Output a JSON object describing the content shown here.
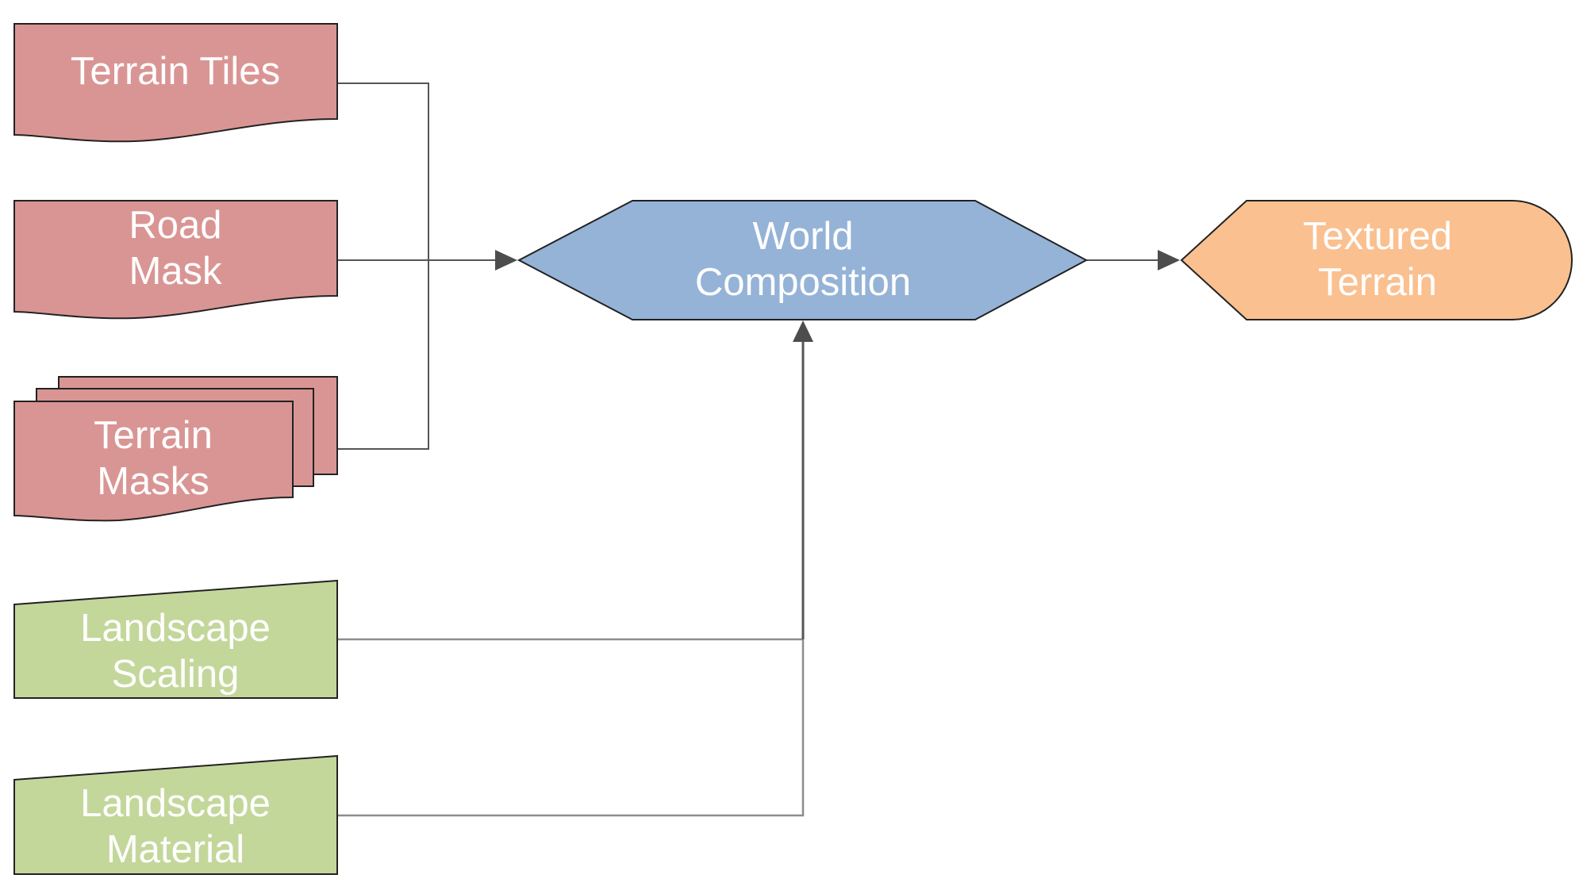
{
  "diagram": {
    "nodes": [
      {
        "id": "terrain-tiles",
        "shape": "document",
        "lines": [
          "Terrain Tiles"
        ],
        "fill": "#d99594",
        "stroke": "#222222"
      },
      {
        "id": "road-mask",
        "shape": "document",
        "lines": [
          "Road",
          "Mask"
        ],
        "fill": "#d99594",
        "stroke": "#222222"
      },
      {
        "id": "terrain-masks",
        "shape": "multi-document",
        "lines": [
          "Terrain",
          "Masks"
        ],
        "fill": "#d99594",
        "stroke": "#222222"
      },
      {
        "id": "landscape-scaling",
        "shape": "manual-input",
        "lines": [
          "Landscape",
          "Scaling"
        ],
        "fill": "#c4d79b",
        "stroke": "#222222"
      },
      {
        "id": "landscape-material",
        "shape": "manual-input",
        "lines": [
          "Landscape",
          "Material"
        ],
        "fill": "#c4d79b",
        "stroke": "#222222"
      },
      {
        "id": "world-composition",
        "shape": "hexagon",
        "lines": [
          "World",
          "Composition"
        ],
        "fill": "#95b3d7",
        "stroke": "#222222"
      },
      {
        "id": "textured-terrain",
        "shape": "display",
        "lines": [
          "Textured",
          "Terrain"
        ],
        "fill": "#fac090",
        "stroke": "#222222"
      }
    ],
    "edges": [
      {
        "from": "terrain-tiles",
        "to": "world-composition"
      },
      {
        "from": "road-mask",
        "to": "world-composition"
      },
      {
        "from": "terrain-masks",
        "to": "world-composition"
      },
      {
        "from": "landscape-scaling",
        "to": "world-composition"
      },
      {
        "from": "landscape-material",
        "to": "world-composition"
      },
      {
        "from": "world-composition",
        "to": "textured-terrain"
      }
    ],
    "colors": {
      "connector": "#555555",
      "connector_light": "#8c8c8c",
      "arrowhead": "#4d4d4d"
    }
  }
}
